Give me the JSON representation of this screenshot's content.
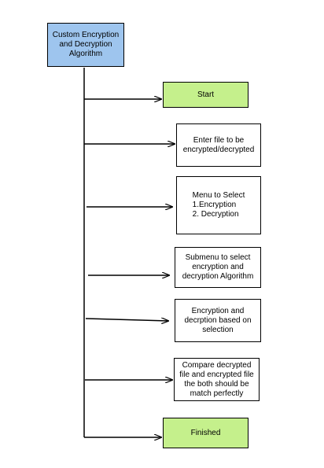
{
  "colors": {
    "title_fill": "#9ec5ee",
    "terminal_fill": "#c5f08c",
    "step_fill": "#ffffff",
    "line": "#000000"
  },
  "nodes": {
    "title": "Custom Encryption\nand Decryption\nAlgorithm",
    "start": "Start",
    "enter_file": "Enter file to be\nencrypted/decrypted",
    "menu": "Menu to Select\n   1.Encryption\n   2. Decryption",
    "submenu": "Submenu to select\nencryption and\ndecryption Algorithm",
    "process": "Encryption and\ndecrption based on\nselection",
    "compare": "Compare decrypted\nfile and encrypted file\nthe both should be\nmatch perfectly",
    "finished": "Finished"
  }
}
